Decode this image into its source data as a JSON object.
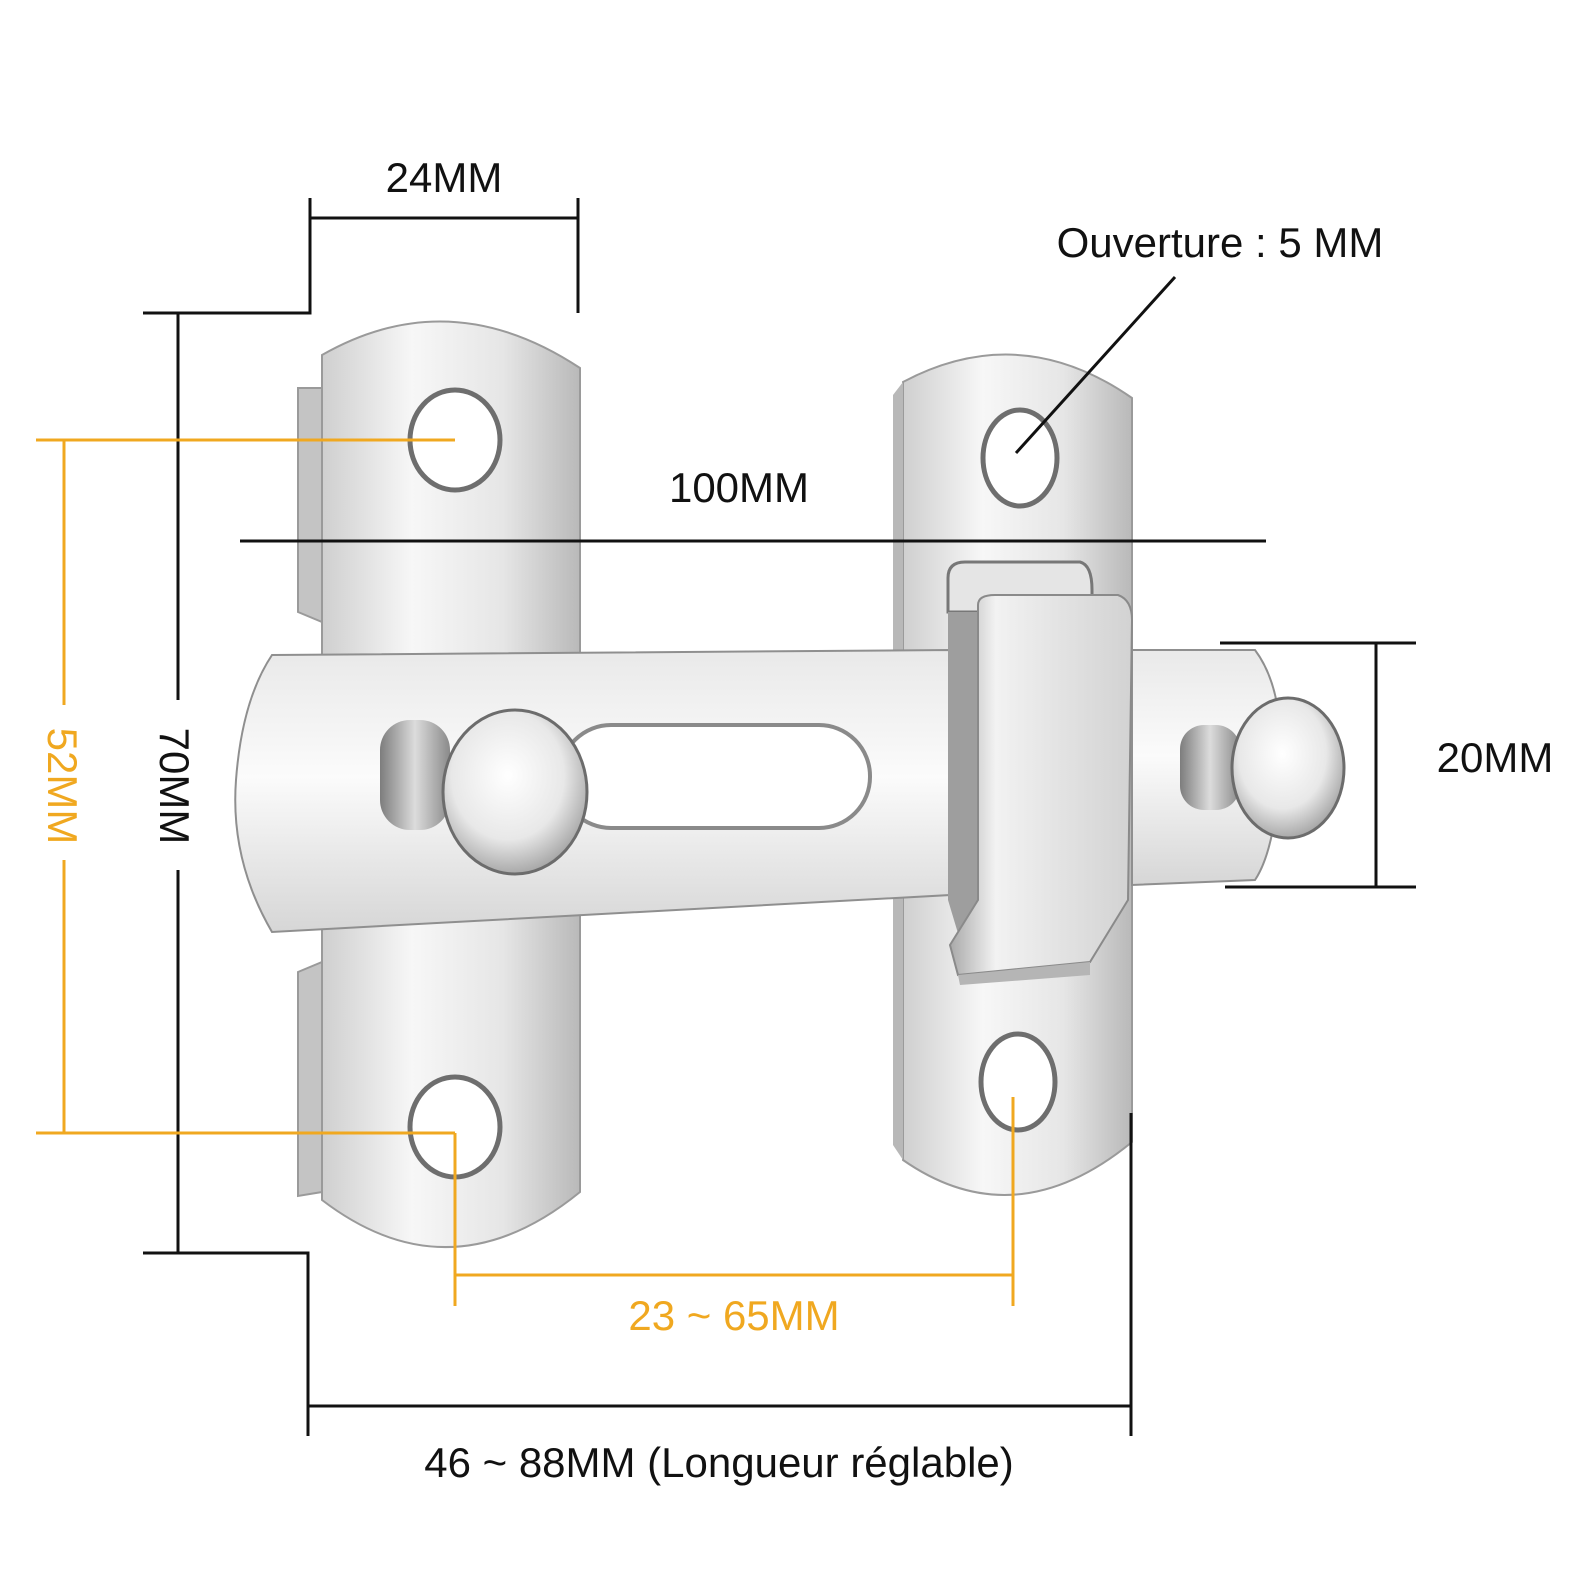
{
  "colors": {
    "dimension_black": "#111111",
    "dimension_orange": "#f0a820",
    "metal_light": "#f4f4f4",
    "metal_mid": "#cfcfcf",
    "metal_dark": "#8c8c8c",
    "background": "#ffffff"
  },
  "dimensions": {
    "plate_width": "24MM",
    "opening": "Ouverture : 5 MM",
    "overall_length": "100MM",
    "bolt_height": "20MM",
    "plate_height": "70MM",
    "hole_spacing": "52MM",
    "hole_center_range": "23 ~ 65MM",
    "adjustable_length": "46 ~ 88MM (Longueur réglable)"
  }
}
